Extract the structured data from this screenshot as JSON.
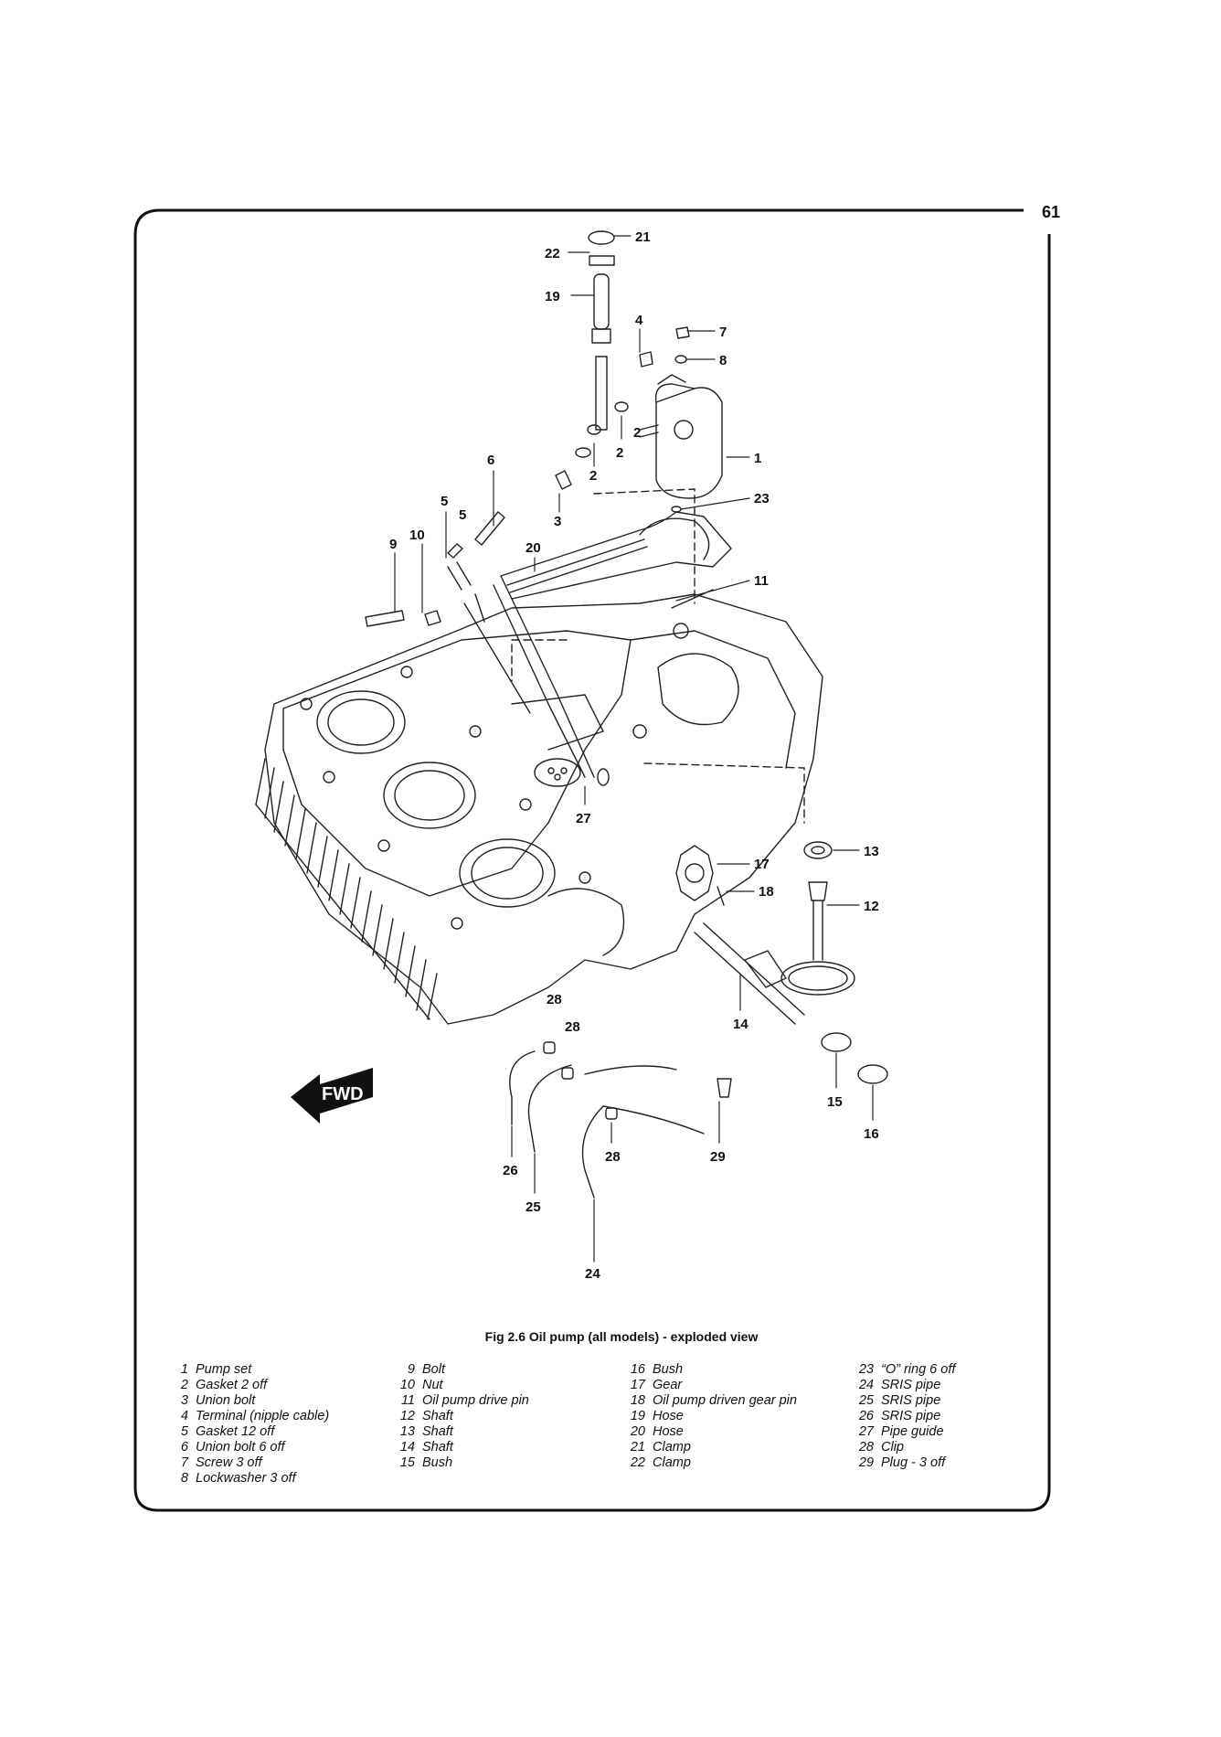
{
  "page_number": "61",
  "fwd_label": "FWD",
  "caption": "Fig 2.6 Oil pump (all models) - exploded view",
  "callouts": [
    "21",
    "22",
    "19",
    "4",
    "7",
    "8",
    "2",
    "1",
    "2",
    "2",
    "6",
    "5",
    "5",
    "3",
    "23",
    "10",
    "9",
    "20",
    "11",
    "27",
    "17",
    "13",
    "18",
    "12",
    "14",
    "28",
    "28",
    "15",
    "16",
    "28",
    "29",
    "26",
    "25",
    "24"
  ],
  "legend_columns": [
    [
      {
        "num": "1",
        "text": "Pump set"
      },
      {
        "num": "2",
        "text": "Gasket 2 off"
      },
      {
        "num": "3",
        "text": "Union bolt"
      },
      {
        "num": "4",
        "text": "Terminal (nipple cable)"
      },
      {
        "num": "5",
        "text": "Gasket 12 off"
      },
      {
        "num": "6",
        "text": "Union bolt 6 off"
      },
      {
        "num": "7",
        "text": "Screw 3 off"
      },
      {
        "num": "8",
        "text": "Lockwasher 3 off"
      }
    ],
    [
      {
        "num": "9",
        "text": "Bolt"
      },
      {
        "num": "10",
        "text": "Nut"
      },
      {
        "num": "11",
        "text": "Oil pump drive pin"
      },
      {
        "num": "12",
        "text": "Shaft"
      },
      {
        "num": "13",
        "text": "Shaft"
      },
      {
        "num": "14",
        "text": "Shaft"
      },
      {
        "num": "15",
        "text": "Bush"
      }
    ],
    [
      {
        "num": "16",
        "text": "Bush"
      },
      {
        "num": "17",
        "text": "Gear"
      },
      {
        "num": "18",
        "text": "Oil pump driven gear pin"
      },
      {
        "num": "19",
        "text": "Hose"
      },
      {
        "num": "20",
        "text": "Hose"
      },
      {
        "num": "21",
        "text": "Clamp"
      },
      {
        "num": "22",
        "text": "Clamp"
      }
    ],
    [
      {
        "num": "23",
        "text": "“O” ring 6 off"
      },
      {
        "num": "24",
        "text": "SRIS pipe"
      },
      {
        "num": "25",
        "text": "SRIS pipe"
      },
      {
        "num": "26",
        "text": "SRIS pipe"
      },
      {
        "num": "27",
        "text": "Pipe guide"
      },
      {
        "num": "28",
        "text": "Clip"
      },
      {
        "num": "29",
        "text": "Plug - 3 off"
      }
    ]
  ]
}
